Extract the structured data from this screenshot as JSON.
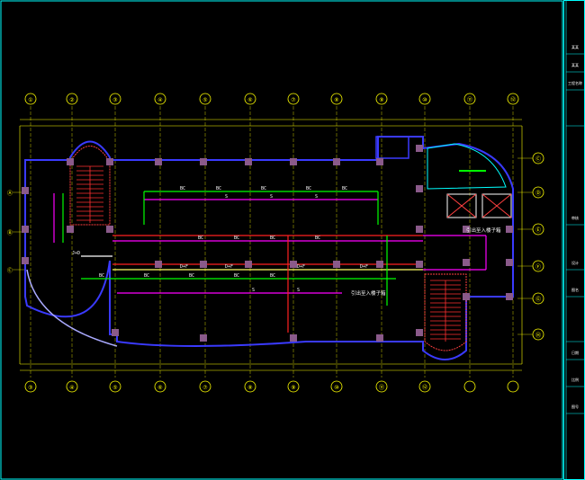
{
  "grid_top": [
    "①",
    "②",
    "③",
    "④",
    "⑤",
    "⑥",
    "⑦",
    "⑧",
    "⑨",
    "⑩",
    "⑪",
    "⑫"
  ],
  "grid_bottom": [
    "③",
    "④",
    "⑤",
    "⑥",
    "⑦",
    "⑧",
    "⑨",
    "⑩",
    "⑪",
    "⑫"
  ],
  "grid_right": [
    "Ⓒ",
    "Ⓓ",
    "Ⓔ",
    "Ⓕ",
    "Ⓖ",
    "Ⓗ"
  ],
  "grid_left": [
    "Ⓐ",
    "Ⓑ",
    "Ⓒ"
  ],
  "labels": {
    "bc": "BC",
    "dff": "D+F",
    "jd": "J+D",
    "s": "S",
    "note_right": "引出至入楼子箱",
    "note_bottom": "引出至入楼子箱"
  },
  "title_block": {
    "rows": [
      "某某",
      "某某",
      "工程名称",
      "",
      "审核",
      "设计",
      "图名",
      "",
      "日期",
      "比例",
      "图号"
    ]
  },
  "colors": {
    "wall": "#ffffff",
    "grid": "#ffff00",
    "column": "#8a5a8a",
    "magenta_line": "#ff00ff",
    "green_line": "#00ff00",
    "red_line": "#ff2020",
    "blue_outline": "#0000ff",
    "cyan": "#00ffff"
  }
}
